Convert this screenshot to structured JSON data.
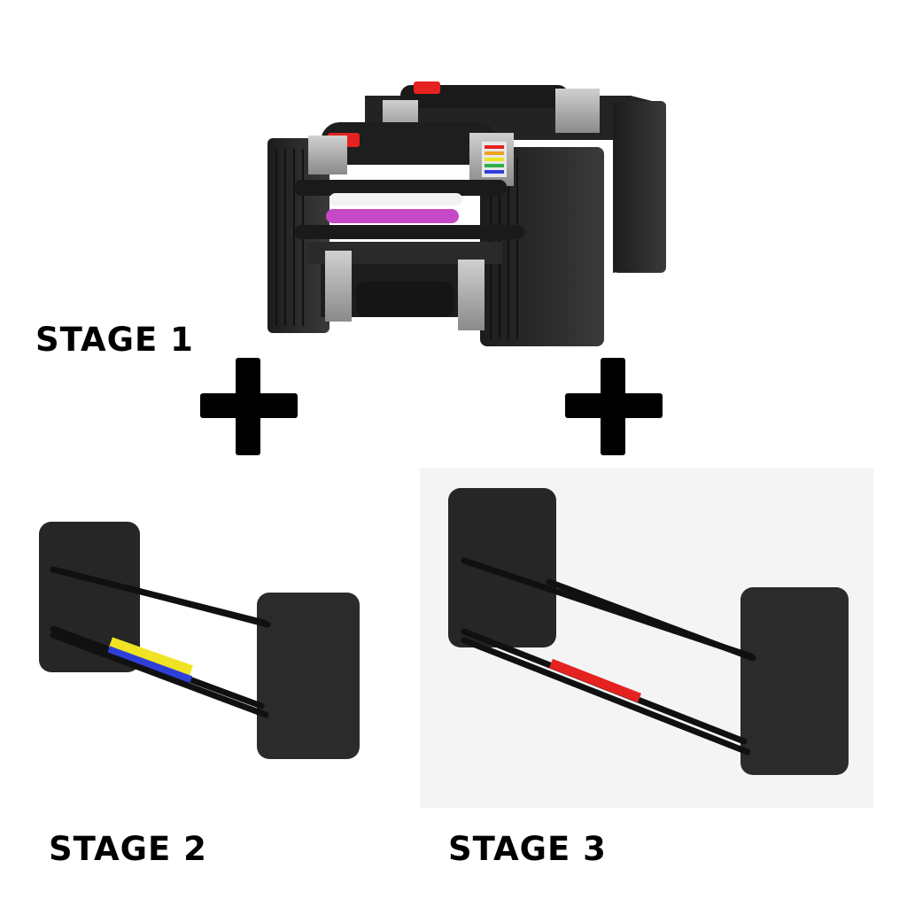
{
  "labels": {
    "stage1": "STAGE 1",
    "stage2": "STAGE 2",
    "stage3": "STAGE 3"
  },
  "icons": {
    "plus": "plus-icon"
  },
  "colors": {
    "text": "#000000",
    "plus": "#000000",
    "bar_yellow": "#f0e323",
    "bar_blue": "#2e3fd8",
    "bar_red": "#e5221f",
    "bar_white": "#f2f2f2",
    "bar_magenta": "#c548c6",
    "plate_dark": "#2b2b2b"
  }
}
